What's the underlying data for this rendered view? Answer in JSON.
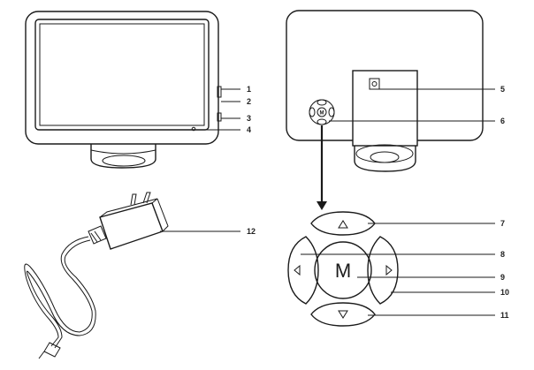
{
  "callouts": [
    {
      "id": "1",
      "text": "1"
    },
    {
      "id": "2",
      "text": "2"
    },
    {
      "id": "3",
      "text": "3"
    },
    {
      "id": "4",
      "text": "4"
    },
    {
      "id": "5",
      "text": "5"
    },
    {
      "id": "6",
      "text": "6"
    },
    {
      "id": "7",
      "text": "7"
    },
    {
      "id": "8",
      "text": "8"
    },
    {
      "id": "9",
      "text": "9"
    },
    {
      "id": "10",
      "text": "10"
    },
    {
      "id": "11",
      "text": "11"
    },
    {
      "id": "12",
      "text": "12"
    }
  ],
  "center_button": {
    "letter": "M"
  },
  "small_pad": {
    "letter": "M"
  },
  "colors": {
    "line": "#1a1a1a",
    "background": "#ffffff"
  },
  "icons": [
    "display-front-view",
    "display-rear-view",
    "power-adapter",
    "navigation-keypad"
  ]
}
